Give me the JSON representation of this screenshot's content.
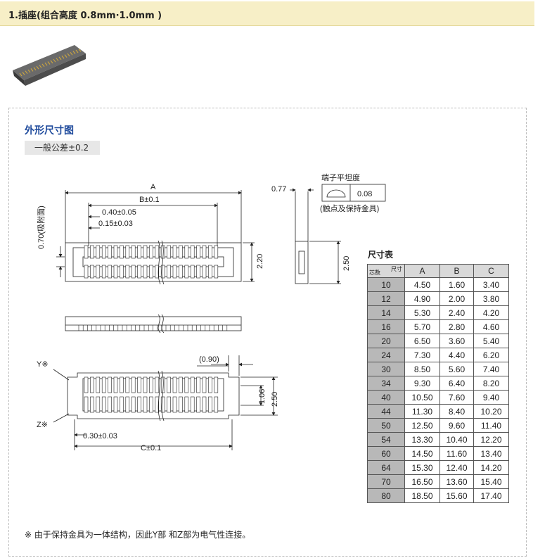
{
  "header": {
    "title": "1.插座(组合高度 0.8mm·1.0mm )"
  },
  "section": {
    "title": "外形尺寸图",
    "tolerance": "一般公差±0.2"
  },
  "drawing": {
    "label_a": "A",
    "label_b": "B±0.1",
    "label_pitch": "0.40±0.05",
    "label_width": "0.15±0.03",
    "label_side": "0.70(吸附面)",
    "label_220": "2.20",
    "label_077": "0.77",
    "label_250": "2.50",
    "flatness_title": "端子平坦度",
    "flatness_value": "0.08",
    "flatness_note": "(触点及保持金具)",
    "label_y": "Y※",
    "label_z": "Z※",
    "label_090": "(0.90)",
    "label_106": "1.06",
    "label_250b": "2.50",
    "label_030": "0.30±0.03",
    "label_c": "C±0.1"
  },
  "table": {
    "title": "尺寸表",
    "corner_pins": "芯数",
    "corner_dim": "尺寸",
    "headers": [
      "A",
      "B",
      "C"
    ],
    "rows": [
      [
        "10",
        "4.50",
        "1.60",
        "3.40"
      ],
      [
        "12",
        "4.90",
        "2.00",
        "3.80"
      ],
      [
        "14",
        "5.30",
        "2.40",
        "4.20"
      ],
      [
        "16",
        "5.70",
        "2.80",
        "4.60"
      ],
      [
        "20",
        "6.50",
        "3.60",
        "5.40"
      ],
      [
        "24",
        "7.30",
        "4.40",
        "6.20"
      ],
      [
        "30",
        "8.50",
        "5.60",
        "7.40"
      ],
      [
        "34",
        "9.30",
        "6.40",
        "8.20"
      ],
      [
        "40",
        "10.50",
        "7.60",
        "9.40"
      ],
      [
        "44",
        "11.30",
        "8.40",
        "10.20"
      ],
      [
        "50",
        "12.50",
        "9.60",
        "11.40"
      ],
      [
        "54",
        "13.30",
        "10.40",
        "12.20"
      ],
      [
        "60",
        "14.50",
        "11.60",
        "13.40"
      ],
      [
        "64",
        "15.30",
        "12.40",
        "14.20"
      ],
      [
        "70",
        "16.50",
        "13.60",
        "15.40"
      ],
      [
        "80",
        "18.50",
        "15.60",
        "17.40"
      ]
    ]
  },
  "footnote": "※ 由于保持金具为一体结构，因此Y部 和Z部为电气性连接。",
  "colors": {
    "header_bg": "#f7efc7",
    "title_blue": "#1e4a9c",
    "pin_cell": "#b8b8b8"
  }
}
